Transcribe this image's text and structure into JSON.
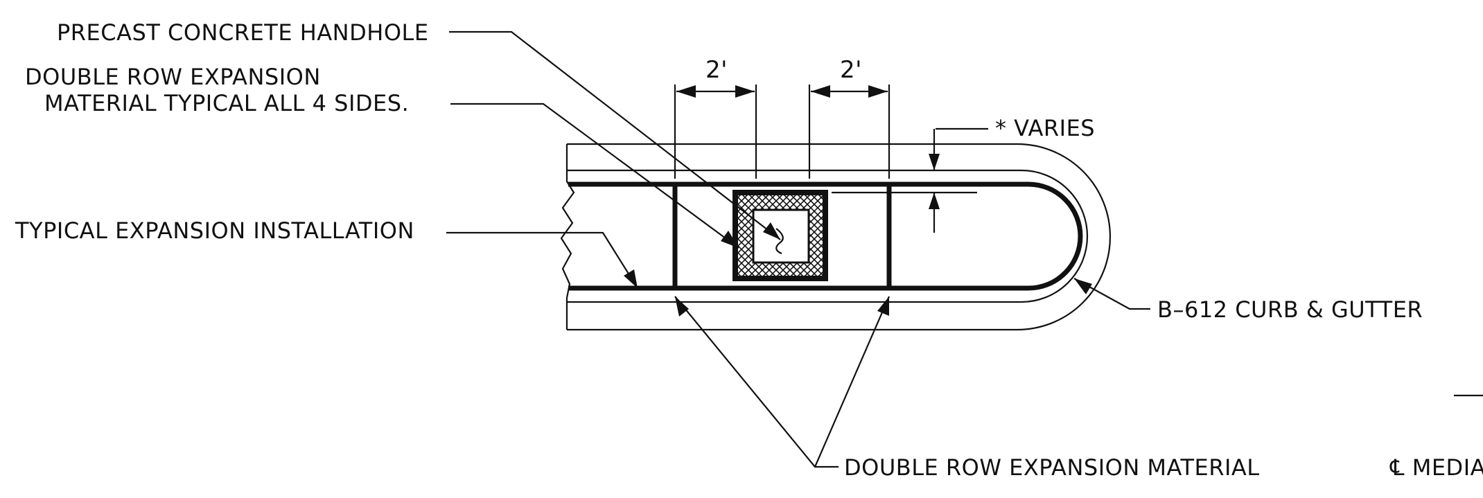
{
  "labels": {
    "handhole": "PRECAST CONCRETE HANDHOLE",
    "double_row_line1": "DOUBLE ROW EXPANSION",
    "double_row_line2": "MATERIAL TYPICAL ALL 4 SIDES.",
    "typical_install": "TYPICAL EXPANSION INSTALLATION",
    "varies": "* VARIES",
    "curb": "B–612 CURB & GUTTER",
    "double_row_material": "DOUBLE ROW EXPANSION MATERIAL",
    "median": "℄ MEDIA"
  },
  "dimensions": {
    "dim_left": "2'",
    "dim_right": "2'"
  }
}
